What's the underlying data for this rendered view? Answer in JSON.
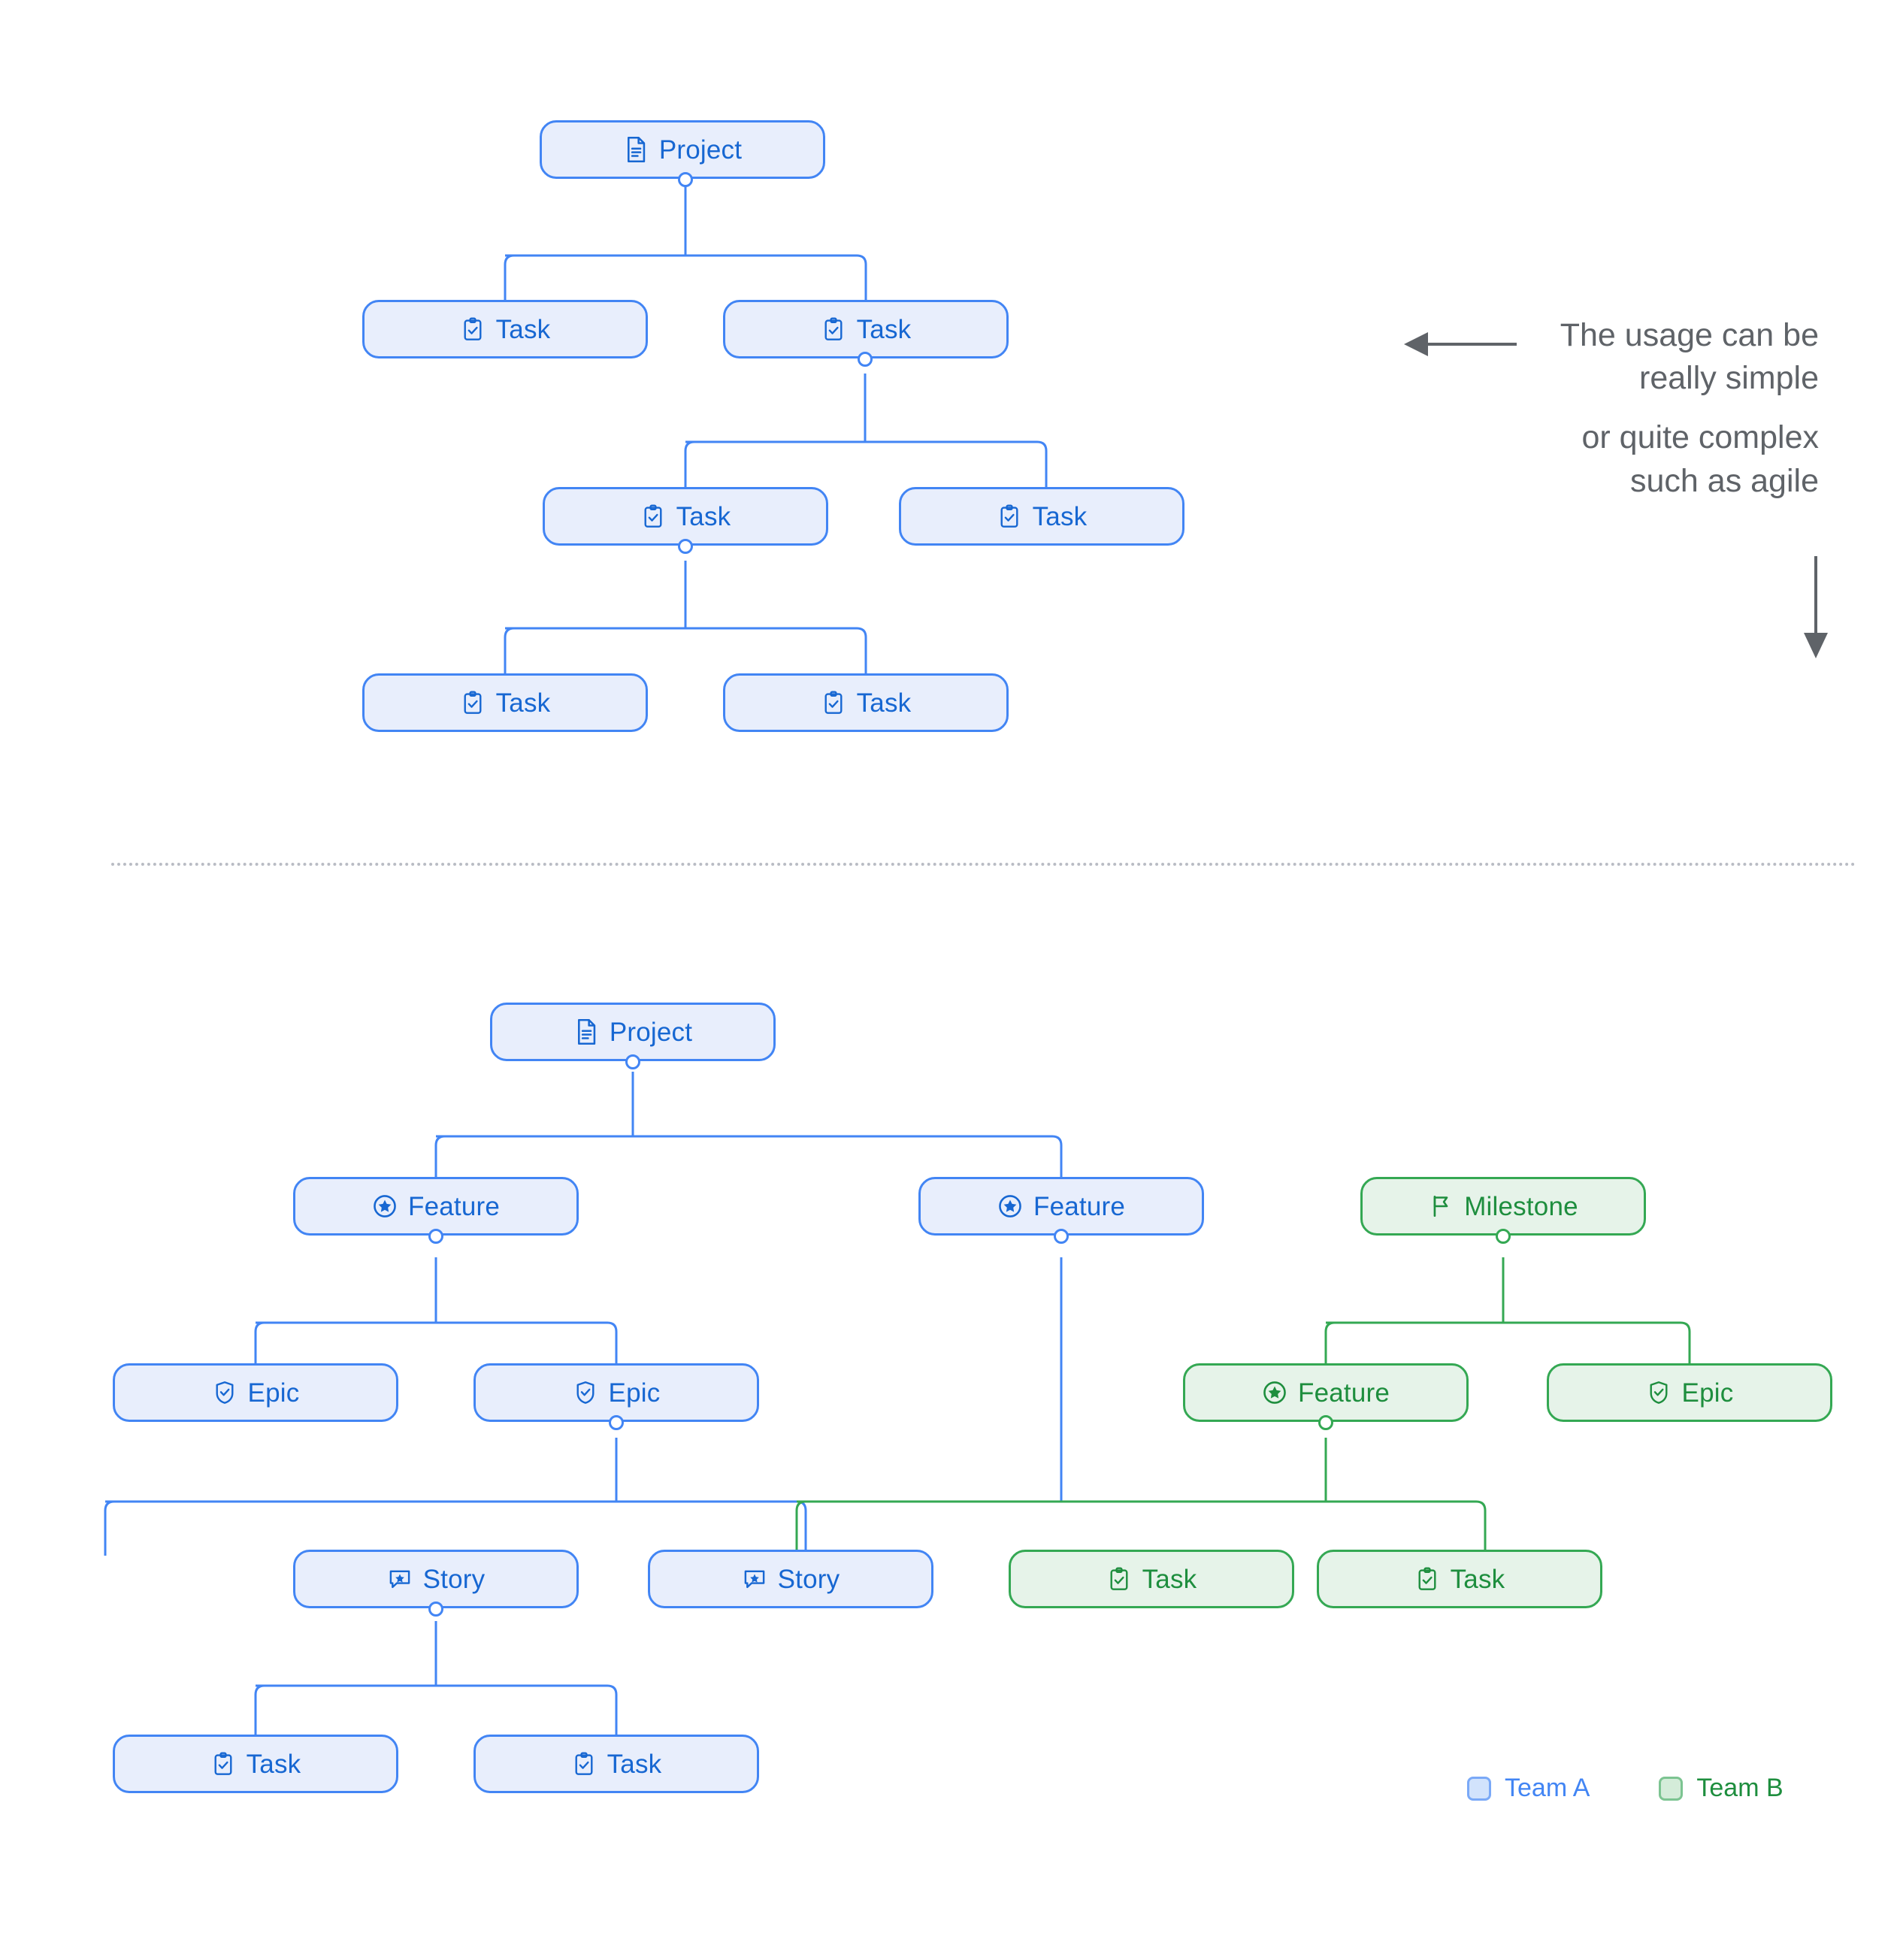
{
  "colors": {
    "team_a_border": "#4285f4",
    "team_a_fill": "#e8eefc",
    "team_a_text": "#1767d2",
    "team_b_border": "#34a853",
    "team_b_fill": "#e6f3e9",
    "team_b_text": "#1e8e3e",
    "annotation_text": "#5f6368",
    "divider": "#b9bcc4"
  },
  "annotation": {
    "lines": [
      "The usage can be",
      "really simple",
      "or quite complex",
      "such as agile"
    ],
    "left_arrow_icon": "arrow-left-icon",
    "down_arrow_icon": "arrow-down-icon"
  },
  "legend": {
    "items": [
      {
        "label": "Team A",
        "color": "#4285f4",
        "swatch": "#d2e3fc"
      },
      {
        "label": "Team B",
        "color": "#1e8e3e",
        "swatch": "#d4ecd9"
      }
    ]
  },
  "diagram_simple": {
    "nodes": [
      {
        "id": "s0",
        "label": "Project",
        "icon": "document-icon",
        "team": "blue"
      },
      {
        "id": "s1",
        "label": "Task",
        "icon": "clipboard-check-icon",
        "team": "blue"
      },
      {
        "id": "s2",
        "label": "Task",
        "icon": "clipboard-check-icon",
        "team": "blue"
      },
      {
        "id": "s3",
        "label": "Task",
        "icon": "clipboard-check-icon",
        "team": "blue"
      },
      {
        "id": "s4",
        "label": "Task",
        "icon": "clipboard-check-icon",
        "team": "blue"
      },
      {
        "id": "s5",
        "label": "Task",
        "icon": "clipboard-check-icon",
        "team": "blue"
      },
      {
        "id": "s6",
        "label": "Task",
        "icon": "clipboard-check-icon",
        "team": "blue"
      }
    ]
  },
  "diagram_complex": {
    "nodes": [
      {
        "id": "c0",
        "label": "Project",
        "icon": "document-icon",
        "team": "blue"
      },
      {
        "id": "c1",
        "label": "Feature",
        "icon": "star-circle-icon",
        "team": "blue"
      },
      {
        "id": "c2",
        "label": "Feature",
        "icon": "star-circle-icon",
        "team": "blue"
      },
      {
        "id": "c3",
        "label": "Milestone",
        "icon": "flag-icon",
        "team": "green"
      },
      {
        "id": "c4",
        "label": "Epic",
        "icon": "shield-check-icon",
        "team": "blue"
      },
      {
        "id": "c5",
        "label": "Epic",
        "icon": "shield-check-icon",
        "team": "blue"
      },
      {
        "id": "c6",
        "label": "Feature",
        "icon": "star-circle-icon",
        "team": "green"
      },
      {
        "id": "c7",
        "label": "Epic",
        "icon": "shield-check-icon",
        "team": "green"
      },
      {
        "id": "c8",
        "label": "Story",
        "icon": "comment-star-icon",
        "team": "blue"
      },
      {
        "id": "c9",
        "label": "Story",
        "icon": "comment-star-icon",
        "team": "blue"
      },
      {
        "id": "c10",
        "label": "Task",
        "icon": "clipboard-check-icon",
        "team": "green"
      },
      {
        "id": "c11",
        "label": "Task",
        "icon": "clipboard-check-icon",
        "team": "green"
      },
      {
        "id": "c12",
        "label": "Task",
        "icon": "clipboard-check-icon",
        "team": "blue"
      },
      {
        "id": "c13",
        "label": "Task",
        "icon": "clipboard-check-icon",
        "team": "blue"
      }
    ]
  }
}
